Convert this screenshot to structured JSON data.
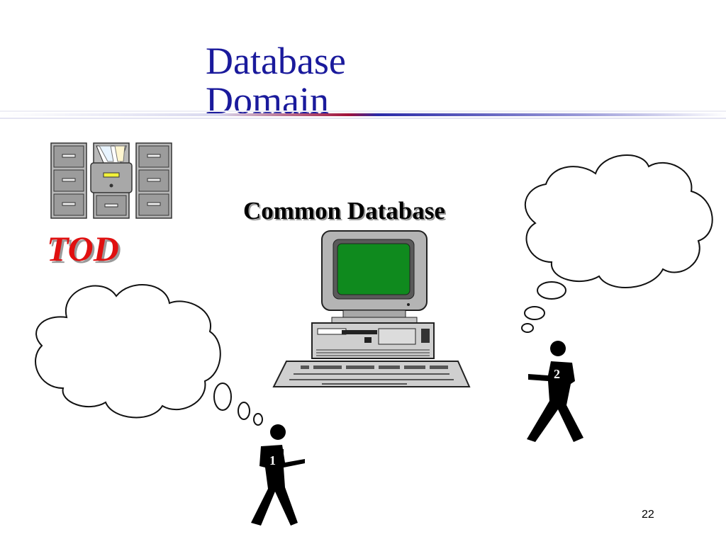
{
  "slide": {
    "title_line_1": "Database",
    "title_line_2": "Domain",
    "page_number": "22"
  },
  "labels": {
    "tod": "TOD",
    "common_database": "Common Database"
  },
  "people": [
    {
      "badge": "1"
    },
    {
      "badge": "2"
    }
  ],
  "icons": {
    "file_cabinets": "file-cabinets-icon",
    "computer": "desktop-computer-icon",
    "thought_bubble": "thought-bubble-icon",
    "person": "walking-person-icon"
  },
  "colors": {
    "title": "#1a1a9c",
    "tod": "#e01010",
    "monitor_screen": "#0f8a1e",
    "rule_accent": "#2a2aa8",
    "rule_highlight": "#a0113a"
  }
}
